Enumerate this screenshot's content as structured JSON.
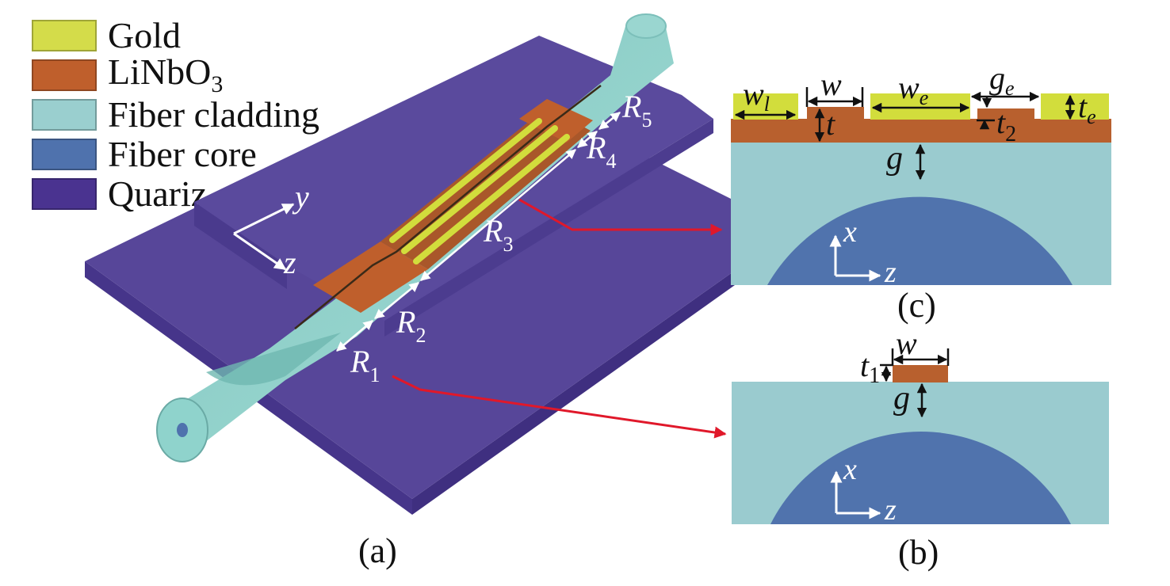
{
  "legend": [
    {
      "label": "Gold",
      "color": "#d4dc4a"
    },
    {
      "label": "LiNbO",
      "sub": "3",
      "color": "#bf5f2c"
    },
    {
      "label": "Fiber cladding",
      "color": "#9acfcf"
    },
    {
      "label": "Fiber core",
      "color": "#4f72ad"
    },
    {
      "label": "Quariz",
      "color": "#4a3390"
    }
  ],
  "colors": {
    "quartz": "#574699",
    "quartz_dark": "#46358a",
    "cladding": "#9acfcf",
    "cladding_3d": "#8fd3cc",
    "core": "#5073ad",
    "linbo3": "#b8602e",
    "gold": "#d2dd3c",
    "pointer": "#e0182a"
  },
  "panel_a": {
    "caption": "(a)",
    "axes": {
      "y": "y",
      "z": "z"
    },
    "regions": [
      {
        "name": "R",
        "sub": "1"
      },
      {
        "name": "R",
        "sub": "2"
      },
      {
        "name": "R",
        "sub": "3"
      },
      {
        "name": "R",
        "sub": "4"
      },
      {
        "name": "R",
        "sub": "5"
      }
    ]
  },
  "panel_b": {
    "caption": "(b)",
    "labels": {
      "t1": "t",
      "t1_sub": "1",
      "w": "w",
      "g": "g"
    },
    "axes": {
      "x": "x",
      "z": "z"
    }
  },
  "panel_c": {
    "caption": "(c)",
    "labels": {
      "wl": "w",
      "wl_sub": "l",
      "w": "w",
      "we": "w",
      "we_sub": "e",
      "ge": "g",
      "ge_sub": "e",
      "te": "t",
      "te_sub": "e",
      "t": "t",
      "t2": "t",
      "t2_sub": "2",
      "g": "g"
    },
    "axes": {
      "x": "x",
      "z": "z"
    }
  }
}
